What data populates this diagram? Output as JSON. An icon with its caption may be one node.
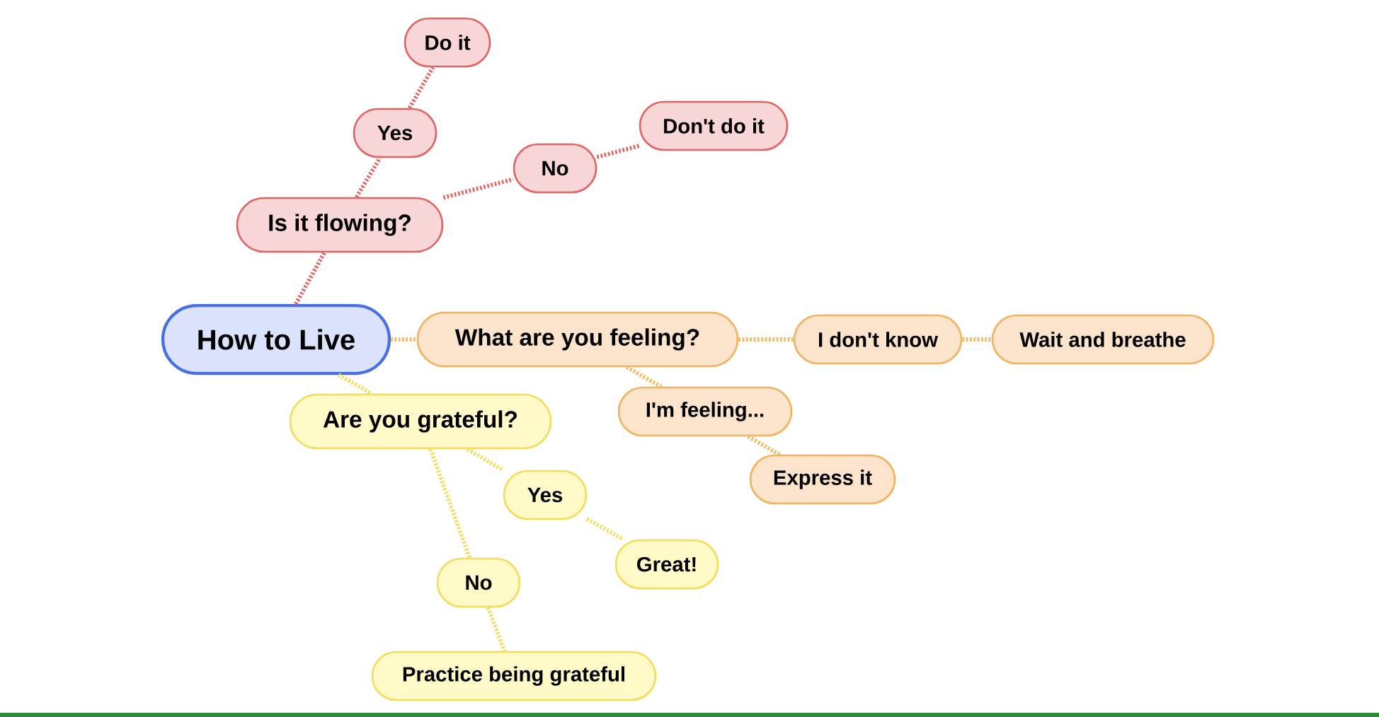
{
  "diagram": {
    "nodes": [
      {
        "text": [
          "How to Live"
        ]
      },
      {
        "text": [
          "Is it flowing?"
        ]
      },
      {
        "text": [
          "Yes"
        ]
      },
      {
        "text": [
          "Do it"
        ]
      },
      {
        "text": [
          "No"
        ]
      },
      {
        "text": [
          "Don't do it"
        ]
      },
      {
        "text": [
          "What are you feeling?"
        ]
      },
      {
        "text": [
          "I don't know"
        ]
      },
      {
        "text": [
          "Wait and breathe"
        ]
      },
      {
        "text": [
          "I'm feeling..."
        ]
      },
      {
        "text": [
          "Express it"
        ]
      },
      {
        "text": [
          "Are you grateful?"
        ]
      },
      {
        "text": [
          "Yes"
        ]
      },
      {
        "text": [
          "Great!"
        ]
      },
      {
        "text": [
          "No"
        ]
      },
      {
        "text": [
          "Practice being grateful"
        ]
      }
    ],
    "edges": [
      {
        "from": 0,
        "to": 1,
        "arrow": "none",
        "color": "#e06666"
      },
      {
        "from": 1,
        "to": 2,
        "arrow": "none",
        "color": "#e06666"
      },
      {
        "from": 2,
        "to": 3,
        "arrow": "none",
        "color": "#e06666"
      },
      {
        "from": 1,
        "to": 4,
        "arrow": "none",
        "color": "#e06666"
      },
      {
        "from": 4,
        "to": 5,
        "arrow": "none",
        "color": "#e06666"
      },
      {
        "from": 0,
        "to": 6,
        "arrow": "none",
        "color": "#f5b85a"
      },
      {
        "from": 6,
        "to": 7,
        "arrow": "none",
        "color": "#f5b85a"
      },
      {
        "from": 7,
        "to": 8,
        "arrow": "none",
        "color": "#f5b85a"
      },
      {
        "from": 6,
        "to": 9,
        "arrow": "none",
        "color": "#f5b85a"
      },
      {
        "from": 9,
        "to": 10,
        "arrow": "none",
        "color": "#f5b85a"
      },
      {
        "from": 0,
        "to": 11,
        "arrow": "none",
        "color": "#f5dc5a"
      },
      {
        "from": 11,
        "to": 12,
        "arrow": "none",
        "color": "#f5dc5a"
      },
      {
        "from": 12,
        "to": 13,
        "arrow": "none",
        "color": "#f5dc5a"
      },
      {
        "from": 11,
        "to": 14,
        "arrow": "none",
        "color": "#f5dc5a"
      },
      {
        "from": 14,
        "to": 15,
        "arrow": "none",
        "color": "#f5dc5a"
      }
    ]
  }
}
